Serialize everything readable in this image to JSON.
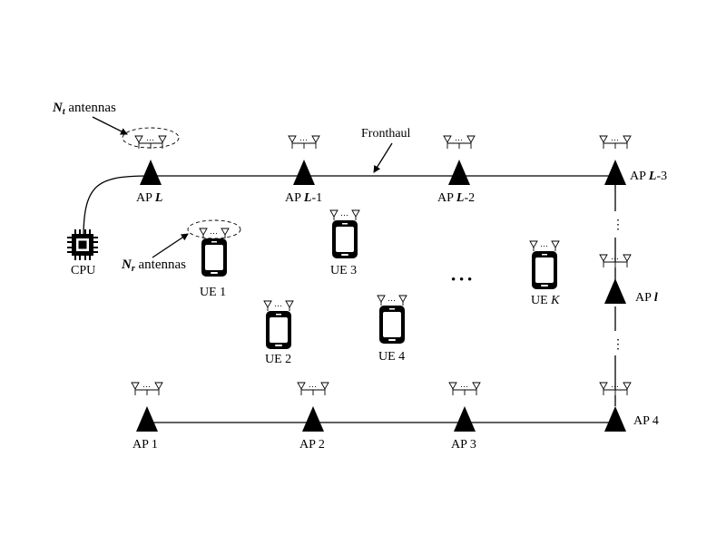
{
  "diagram": {
    "aps": [
      {
        "id": "ap-L",
        "prefix": "AP ",
        "suffix": "L",
        "tail": ""
      },
      {
        "id": "ap-L-1",
        "prefix": "AP ",
        "suffix": "L",
        "tail": "-1"
      },
      {
        "id": "ap-L-2",
        "prefix": "AP ",
        "suffix": "L",
        "tail": "-2"
      },
      {
        "id": "ap-L-3",
        "prefix": "AP ",
        "suffix": "L",
        "tail": "-3"
      },
      {
        "id": "ap-l",
        "prefix": "AP ",
        "suffix": "l",
        "tail": ""
      },
      {
        "id": "ap-1",
        "prefix": "AP 1",
        "suffix": "",
        "tail": ""
      },
      {
        "id": "ap-2",
        "prefix": "AP 2",
        "suffix": "",
        "tail": ""
      },
      {
        "id": "ap-3",
        "prefix": "AP 3",
        "suffix": "",
        "tail": ""
      },
      {
        "id": "ap-4",
        "prefix": "AP 4",
        "suffix": "",
        "tail": ""
      }
    ],
    "ues": [
      {
        "id": "ue-1",
        "prefix": "UE 1",
        "suffix": ""
      },
      {
        "id": "ue-2",
        "prefix": "UE 2",
        "suffix": ""
      },
      {
        "id": "ue-3",
        "prefix": "UE 3",
        "suffix": ""
      },
      {
        "id": "ue-4",
        "prefix": "UE 4",
        "suffix": ""
      },
      {
        "id": "ue-k",
        "prefix": "UE ",
        "suffix": "K"
      }
    ],
    "cpu_label": "CPU",
    "fronthaul_label": "Fronthaul",
    "nt_label": {
      "main": "N",
      "sub": "t",
      "rest": " antennas"
    },
    "nr_label": {
      "main": "N",
      "sub": "r",
      "rest": " antennas"
    },
    "ellipsis": "• • •",
    "antenna_dots": "…",
    "vertical_dots": "⋮"
  }
}
